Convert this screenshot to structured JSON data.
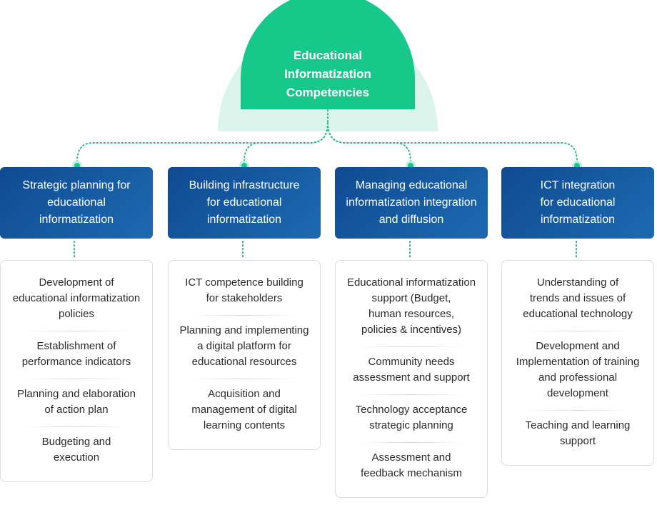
{
  "root": {
    "title": "Educational\nInformatization\nCompetencies"
  },
  "colors": {
    "root_fill": "#17c88b",
    "root_halo": "#dcf5ec",
    "connector": "#2cc088",
    "category_fill": "#14529b",
    "list_border": "#d9dde2"
  },
  "categories": [
    {
      "title": "Strategic planning for\neducational\ninformatization",
      "items": [
        "Development of\neducational informatization\npolicies",
        "Establishment of\nperformance indicators",
        "Planning and elaboration\nof action plan",
        "Budgeting and\nexecution"
      ]
    },
    {
      "title": "Building infrastructure\nfor educational\ninformatization",
      "items": [
        "ICT competence building\nfor stakeholders",
        "Planning and implementing\na digital platform for\neducational resources",
        "Acquisition and\nmanagement of digital\nlearning contents"
      ]
    },
    {
      "title": "Managing educational\ninformatization integration\nand diffusion",
      "items": [
        "Educational informatization\nsupport  (Budget,\nhuman resources,\npolicies & incentives)",
        "Community needs\nassessment and support",
        "Technology acceptance\nstrategic planning",
        "Assessment and\nfeedback mechanism"
      ]
    },
    {
      "title": "ICT integration\nfor educational\ninformatization",
      "items": [
        "Understanding of\ntrends and issues of\neducational technology",
        "Development and\nImplementation of training\nand professional\ndevelopment",
        "Teaching and learning\nsupport"
      ]
    }
  ]
}
